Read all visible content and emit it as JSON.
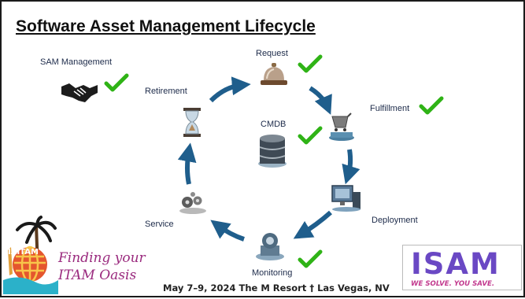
{
  "title": "Software Asset Management Lifecycle",
  "labels": {
    "sam_management": "SAM Management",
    "request": "Request",
    "fulfillment": "Fulfillment",
    "cmdb": "CMDB",
    "deployment": "Deployment",
    "monitoring": "Monitoring",
    "service": "Service",
    "retirement": "Retirement"
  },
  "branding": {
    "oasis_line1": "Finding your",
    "oasis_line2": "ITAM Oasis",
    "badge": "IAITAM",
    "footer": "May 7–9, 2024  The M Resort † Las Vegas, NV",
    "isam": "ISAM",
    "isam_tagline": "WE SOLVE. YOU SAVE."
  },
  "colors": {
    "arrow": "#1f5e8c",
    "check": "#2fb316",
    "label": "#1d2b4a"
  }
}
